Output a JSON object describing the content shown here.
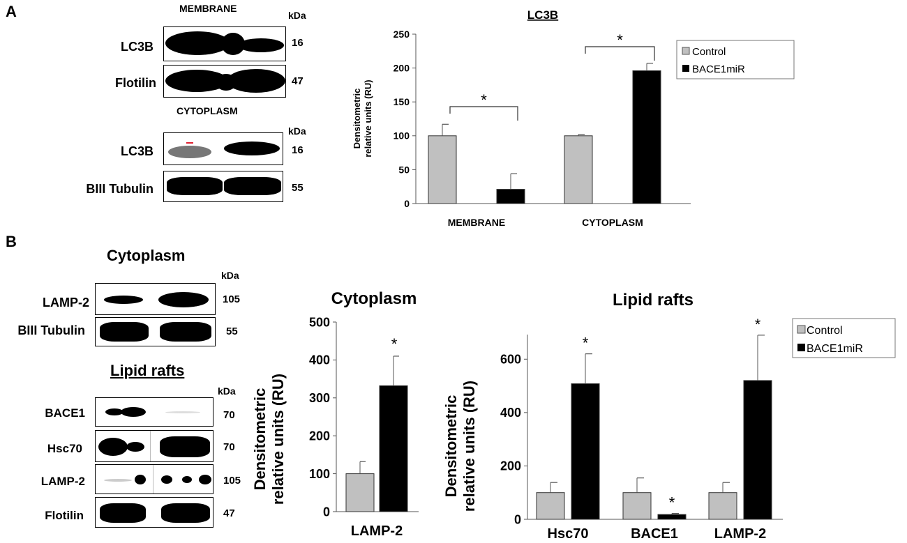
{
  "panel_a": {
    "letter": "A",
    "blots": {
      "membrane_title": "MEMBRANE",
      "cytoplasm_title": "CYTOPLASM",
      "kda_label": "kDa",
      "kda_label_2": "kDa",
      "rows": [
        {
          "label": "LC3B",
          "mw": "16"
        },
        {
          "label": "Flotilin",
          "mw": "47"
        },
        {
          "label": "LC3B",
          "mw": "16"
        },
        {
          "label": "BIII Tubulin",
          "mw": "55"
        }
      ]
    }
  },
  "panel_b": {
    "letter": "B",
    "blots": {
      "cytoplasm_title": "Cytoplasm",
      "lipid_title": "Lipid rafts",
      "kda_label": "kDa",
      "kda_label_2": "kDa",
      "rows": [
        {
          "label": "LAMP-2",
          "mw": "105"
        },
        {
          "label": "BIII Tubulin",
          "mw": "55"
        },
        {
          "label": "BACE1",
          "mw": "70"
        },
        {
          "label": "Hsc70",
          "mw": "70"
        },
        {
          "label": "LAMP-2",
          "mw": "105"
        },
        {
          "label": "Flotilin",
          "mw": "47"
        }
      ]
    }
  },
  "legend_colors": {
    "control": "#c0c0c0",
    "bace1mir": "#000000"
  },
  "chart_data": [
    {
      "type": "bar",
      "title": "LC3B",
      "ylabel": "Densitometric relative units (RU)",
      "xlabel": "",
      "categories": [
        "MEMBRANE",
        "CYTOPLASM"
      ],
      "ylim": [
        0,
        250
      ],
      "yticks": [
        0,
        50,
        100,
        150,
        200,
        250
      ],
      "series": [
        {
          "name": "Control",
          "color": "#c0c0c0",
          "values": [
            100,
            100
          ],
          "errors": [
            17,
            2
          ]
        },
        {
          "name": "BACE1miR",
          "color": "#000000",
          "values": [
            21,
            196
          ],
          "errors": [
            23,
            11
          ]
        }
      ],
      "significance": [
        "*",
        "*"
      ],
      "legend": "top-right",
      "grid": false
    },
    {
      "type": "bar",
      "title": "Cytoplasm",
      "ylabel": "Densitometric relative units (RU)",
      "xlabel": "",
      "categories": [
        "LAMP-2"
      ],
      "ylim": [
        0,
        500
      ],
      "yticks": [
        0,
        100,
        200,
        300,
        400,
        500
      ],
      "series": [
        {
          "name": "Control",
          "color": "#c0c0c0",
          "values": [
            100
          ],
          "errors": [
            32
          ]
        },
        {
          "name": "BACE1miR",
          "color": "#000000",
          "values": [
            332
          ],
          "errors": [
            78
          ]
        }
      ],
      "significance": [
        "*"
      ],
      "grid": false
    },
    {
      "type": "bar",
      "title": "Lipid rafts",
      "ylabel": "Densitometric relative units (RU)",
      "xlabel": "",
      "categories": [
        "Hsc70",
        "BACE1",
        "LAMP-2"
      ],
      "ylim": [
        0,
        700
      ],
      "yticks": [
        0,
        200,
        400,
        600
      ],
      "series": [
        {
          "name": "Control",
          "color": "#c0c0c0",
          "values": [
            100,
            100,
            100
          ],
          "errors": [
            38,
            55,
            38
          ]
        },
        {
          "name": "BACE1miR",
          "color": "#000000",
          "values": [
            508,
            18,
            520
          ],
          "errors": [
            112,
            4,
            170
          ]
        }
      ],
      "significance": [
        "*",
        "*",
        "*"
      ],
      "legend": "top-right",
      "grid": false
    }
  ]
}
